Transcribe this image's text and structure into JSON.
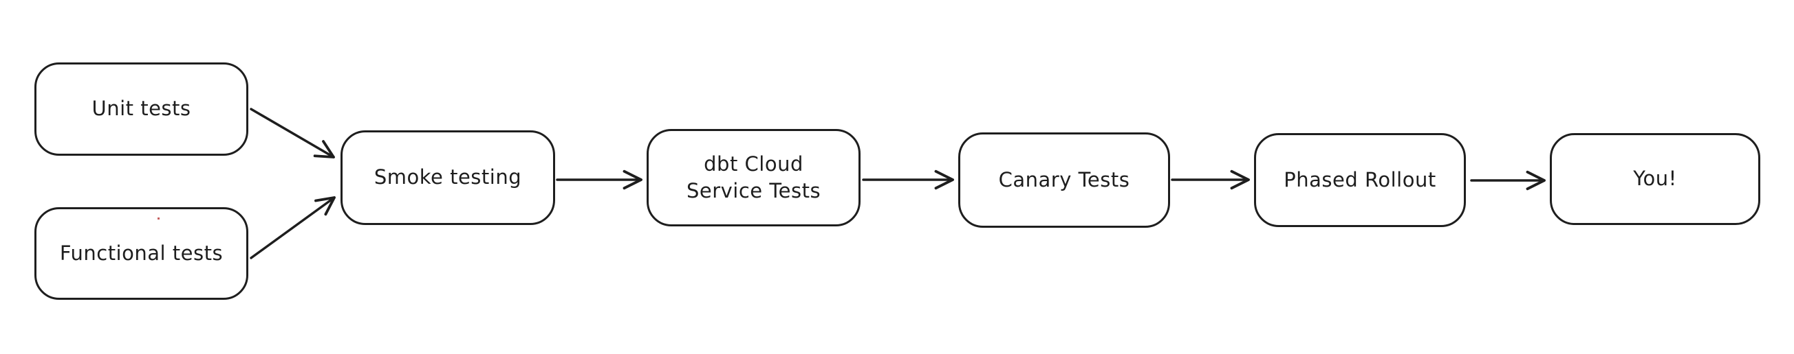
{
  "diagram": {
    "type": "flowchart",
    "style": "hand-drawn",
    "background_color": "#ffffff",
    "stroke_color": "#1e1e1e",
    "node_fill_color": "#ffffff",
    "artifact_dot_color": "#c55f5f",
    "nodes": [
      {
        "id": "unit-tests",
        "label": "Unit tests"
      },
      {
        "id": "functional-tests",
        "label": "Functional tests"
      },
      {
        "id": "smoke-testing",
        "label": "Smoke testing"
      },
      {
        "id": "dbt-cloud-service-tests",
        "label": "dbt Cloud\nService Tests"
      },
      {
        "id": "canary-tests",
        "label": "Canary Tests"
      },
      {
        "id": "phased-rollout",
        "label": "Phased Rollout"
      },
      {
        "id": "you",
        "label": "You!"
      }
    ],
    "edges": [
      {
        "from": "unit-tests",
        "to": "smoke-testing"
      },
      {
        "from": "functional-tests",
        "to": "smoke-testing"
      },
      {
        "from": "smoke-testing",
        "to": "dbt-cloud-service-tests"
      },
      {
        "from": "dbt-cloud-service-tests",
        "to": "canary-tests"
      },
      {
        "from": "canary-tests",
        "to": "phased-rollout"
      },
      {
        "from": "phased-rollout",
        "to": "you"
      }
    ]
  }
}
